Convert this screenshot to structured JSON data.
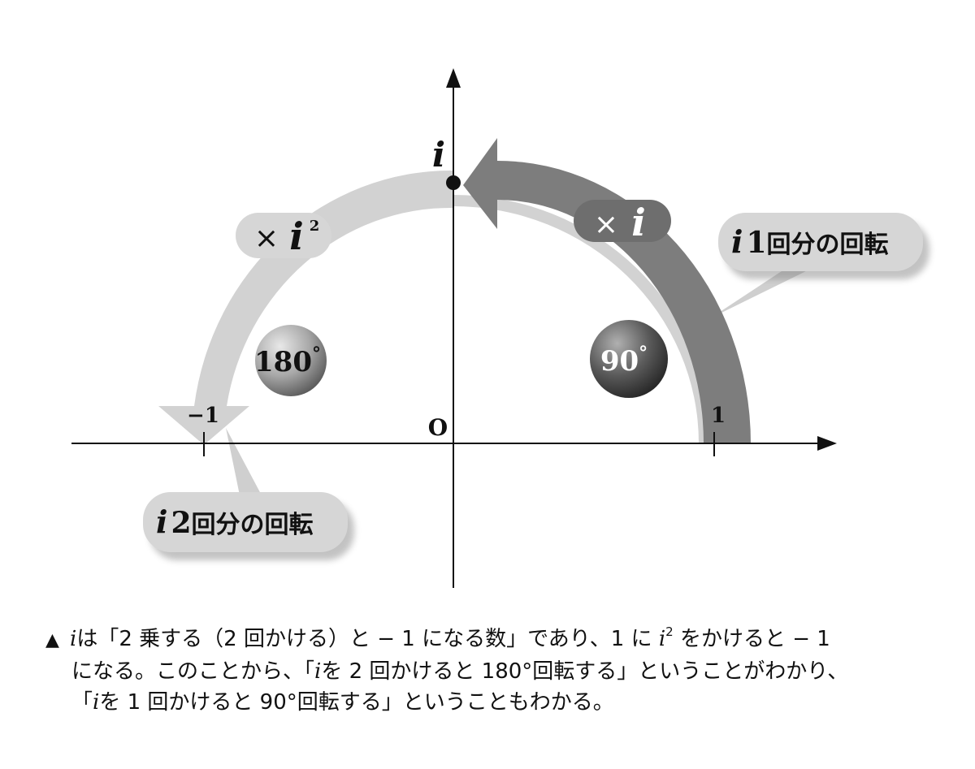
{
  "colors": {
    "light_arrow": "#d2d2d2",
    "dark_arrow": "#7d7d7d",
    "bubble": "#d6d6d6",
    "axis": "#111111"
  },
  "labels": {
    "origin": "O",
    "one": "1",
    "minus_one": "−1",
    "i_point": "i",
    "times_i_sq_sym": "×",
    "times_i_sq_var": "i",
    "times_i_sq_exp": "2",
    "times_i_sym": "×",
    "times_i_var": "i",
    "deg180": "180",
    "deg90": "90",
    "deg_mark": "°"
  },
  "callouts": {
    "one_rotation_var": "i",
    "one_rotation_count": "1",
    "one_rotation_text": "回分の回転",
    "two_rotation_var": "i",
    "two_rotation_count": "2",
    "two_rotation_text": "回分の回転"
  },
  "caption": {
    "marker": "▲",
    "l1_var": "i",
    "l1_a": "は「2 乗する（2 回かける）と − 1 になる数」であり、1 に ",
    "l1_var2": "i",
    "l1_exp": "2",
    "l1_b": " をかけると − 1",
    "l2": "になる。このことから、「",
    "l2_var": "i",
    "l2_b": "を 2 回かけると 180°回転する」ということがわかり、",
    "l3_a": "「",
    "l3_var": "i",
    "l3_b": "を 1 回かけると 90°回転する」ということもわかる。"
  }
}
